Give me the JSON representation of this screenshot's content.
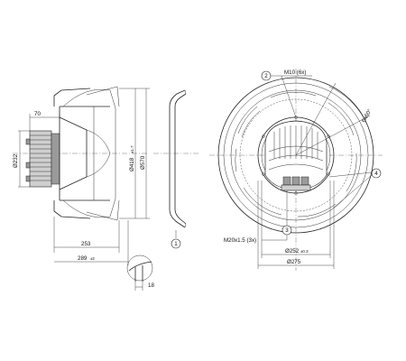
{
  "drawing": {
    "side_view": {
      "dim_70": "70",
      "dim_232": "Ø232",
      "dim_418": "Ø418",
      "dim_418_tol": "±1.7",
      "dim_570": "Ø570",
      "dim_253": "253",
      "dim_289": "289",
      "dim_289_tol": "±2",
      "dim_18": "18"
    },
    "section_view": {
      "callout_1": "1"
    },
    "front_view": {
      "callout_2": "2",
      "thread_m10": "M10 (6x)",
      "angle_label": "6x60°",
      "callout_4": "4",
      "callout_3": "3",
      "cable_gland": "M20x1.5 (3x)",
      "dim_252": "Ø252",
      "dim_252_tol": "±0.3",
      "dim_275": "Ø275"
    }
  }
}
